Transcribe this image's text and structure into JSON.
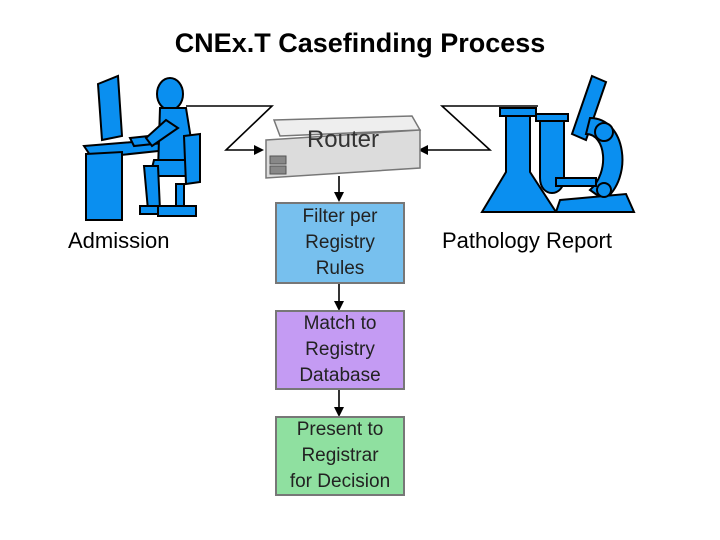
{
  "title": "CNEx.T Casefinding Process",
  "labels": {
    "admission": "Admission",
    "pathology": "Pathology Report"
  },
  "router": {
    "label": "Router"
  },
  "steps": [
    {
      "lines": [
        "Filter per",
        "Registry",
        "Rules"
      ],
      "color": "#77c0ee"
    },
    {
      "lines": [
        "Match to",
        "Registry",
        "Database"
      ],
      "color": "#c49bf3"
    },
    {
      "lines": [
        "Present to",
        "Registrar",
        "for Decision"
      ],
      "color": "#8fe0a0"
    }
  ],
  "colors": {
    "icon_blue": "#0a8ff0",
    "outline": "#000000"
  },
  "icons": {
    "admission": "person-at-computer-icon",
    "pathology": "microscope-flask-icon"
  }
}
